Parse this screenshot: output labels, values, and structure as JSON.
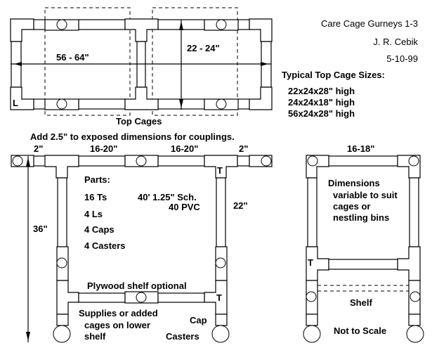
{
  "header": {
    "title": "Care Cage Gurneys 1-3",
    "author": "J. R. Cebik",
    "date": "5-10-99"
  },
  "cage_sizes": {
    "heading": "Typical Top Cage Sizes:",
    "items": [
      "22x24x28\" high",
      "24x24x18\" high",
      "56x24x28\" high"
    ]
  },
  "top_view": {
    "length_label": "56 - 64\"",
    "width_label": "22 - 24\"",
    "caption": "Top Cages",
    "elbow_label": "L"
  },
  "side_view": {
    "note": "Add 2.5\" to exposed dimensions for couplings.",
    "dims": [
      "2\"",
      "16-20\"",
      "16-20\"",
      "2\""
    ],
    "height_label": "36\"",
    "leg_label": "22\"",
    "tee_label": "T",
    "parts_heading": "Parts:",
    "parts": [
      "16 Ts",
      "4 Ls",
      "4 Caps",
      "4 Casters"
    ],
    "pipe_spec_1": "40' 1.25\" Sch.",
    "pipe_spec_2": "40 PVC",
    "shelf_label": "Plywood shelf optional",
    "supplies_1": "Supplies or added",
    "supplies_2": "cages on lower",
    "supplies_3": "shelf",
    "cap_label": "Cap",
    "casters_label": "Casters"
  },
  "end_view": {
    "width_label": "16-18\"",
    "note_1": "Dimensions",
    "note_2": "variable to suit",
    "note_3": "cages or",
    "note_4": "nestling bins",
    "tee_label": "T",
    "shelf_label": "Shelf",
    "scale_note": "Not to Scale"
  }
}
